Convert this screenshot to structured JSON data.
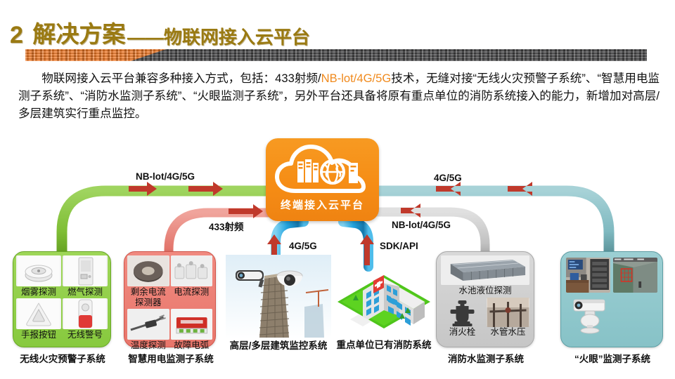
{
  "slide": {
    "number": "2",
    "title_main": "解决方案",
    "title_sub": "——物联网接入云平台",
    "title_color": "#9a7a12",
    "accent_color": "#ef7622"
  },
  "body": {
    "part1": "物联网接入云平台兼容多种接入方式，包括：433射频/",
    "highlight": "NB-lot/4G/5G",
    "part2": "技术，无缝对接“无线火灾预警子系统”、“智慧用电监测子系统”、“消防水监测子系统”、“火眼监测子系统”，另外平台还具备将原有重点单位的消防系统接入的能力，新增加对高层/多层建筑实行重点监控。"
  },
  "cloud": {
    "caption": "终端接入云平台",
    "icon": "cloud-server-globe-icon",
    "color": "#f68d15"
  },
  "pipes": {
    "nbiot_left": {
      "label": "NB-lot/4G/5G",
      "color": "#8cc63f",
      "direction": "right"
    },
    "rf433": {
      "label": "433射频",
      "color": "#e37b72",
      "direction": "right"
    },
    "g4g5g_right": {
      "label": "4G/5G",
      "color": "#82bfc6",
      "direction": "left"
    },
    "nbiot_right": {
      "label": "NB-lot/4G/5G",
      "color": "#b9b9b9",
      "direction": "left"
    },
    "g4g5g_up": {
      "label": "4G/5G",
      "color": "#2ba6e0",
      "direction": "up"
    },
    "sdk_api": {
      "label": "SDK/API",
      "color": "#2ba6e0",
      "direction": "up"
    },
    "arrow_color": "#c0392b"
  },
  "cards": [
    {
      "id": "fire",
      "caption": "无线火灾预警子系统",
      "color": "#8fce4e",
      "cells": [
        {
          "label": "烟雾探测",
          "icon": "smoke-detector-icon"
        },
        {
          "label": "燃气探测",
          "icon": "gas-detector-icon"
        },
        {
          "label": "手报按钮",
          "icon": "manual-call-point-icon"
        },
        {
          "label": "无线警号",
          "icon": "wireless-sounder-icon"
        }
      ]
    },
    {
      "id": "power",
      "caption": "智慧用电监测子系统",
      "color": "#ec8077",
      "cells": [
        {
          "label": "剩余电流探测器",
          "icon": "residual-current-detector-icon"
        },
        {
          "label": "电流探测",
          "icon": "current-sensor-icon"
        },
        {
          "label": "温度探测",
          "icon": "temperature-probe-icon"
        },
        {
          "label": "故障电弧",
          "icon": "arc-fault-detector-icon"
        }
      ]
    },
    {
      "id": "water",
      "caption": "消防水监测子系统",
      "color": "#cfcfcf",
      "cells": [
        {
          "label": "水池液位探测",
          "icon": "water-tank-level-icon"
        },
        {
          "label": "消火栓",
          "icon": "fire-hydrant-icon"
        },
        {
          "label": "水管水压",
          "icon": "pipe-pressure-icon"
        }
      ]
    },
    {
      "id": "eye",
      "caption": "“火眼”监测子系统",
      "color": "#91c7cc",
      "cells": [
        {
          "label": "",
          "icon": "control-room-photo"
        },
        {
          "label": "",
          "icon": "thermal-view-photo"
        },
        {
          "label": "",
          "icon": "ptz-camera-icon"
        }
      ]
    }
  ],
  "photos": [
    {
      "id": "building",
      "caption": "高层/多层建筑监控系统",
      "icon": "highrise-cctv-photo"
    },
    {
      "id": "hospital",
      "caption": "重点单位已有消防系统",
      "icon": "hospital-isometric-icon"
    }
  ]
}
